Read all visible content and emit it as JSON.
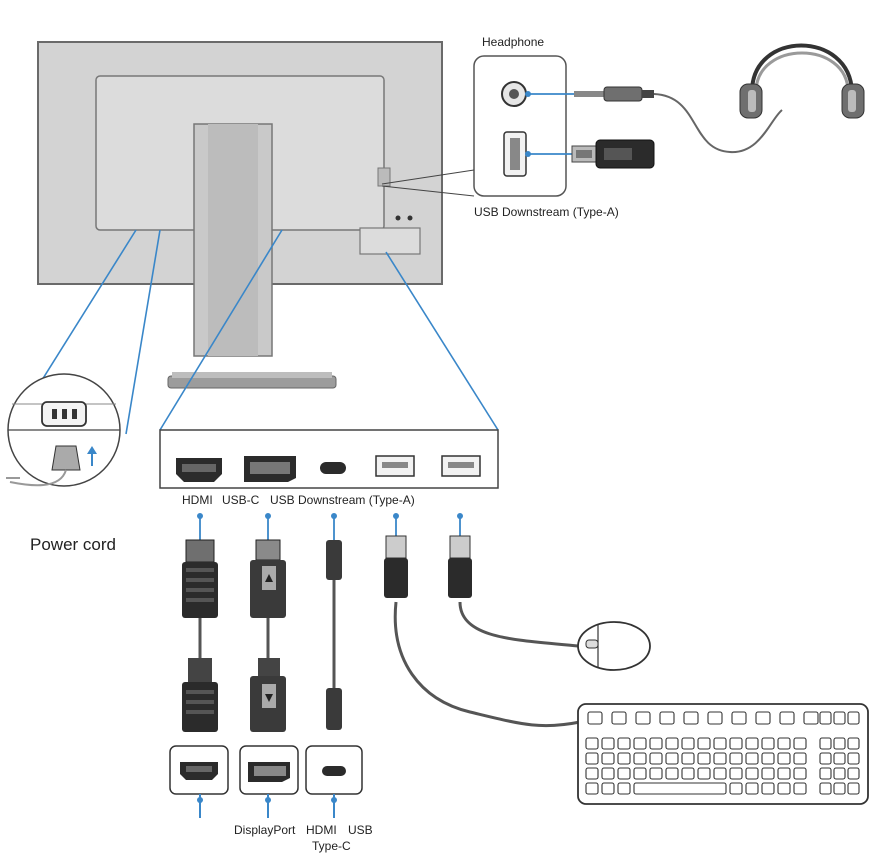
{
  "labels": {
    "headphone": "Headphone",
    "usb_downstream_top": "USB Downstream (Type-A)",
    "power_cord": "Power cord",
    "panel_hdmi": "HDMI",
    "panel_usbc": "USB-C",
    "panel_usb_downstream": "USB Downstream (Type-A)",
    "bottom_displayport": "DisplayPort",
    "bottom_hdmi": "HDMI",
    "bottom_usb": "USB",
    "bottom_typec": "Type-C"
  },
  "colors": {
    "leader_line": "#3a87c9",
    "monitor_fill": "#d3d3d3",
    "outline": "#555555",
    "connector_dark": "#2b2b2b",
    "connector_mid": "#7a7a7a"
  }
}
